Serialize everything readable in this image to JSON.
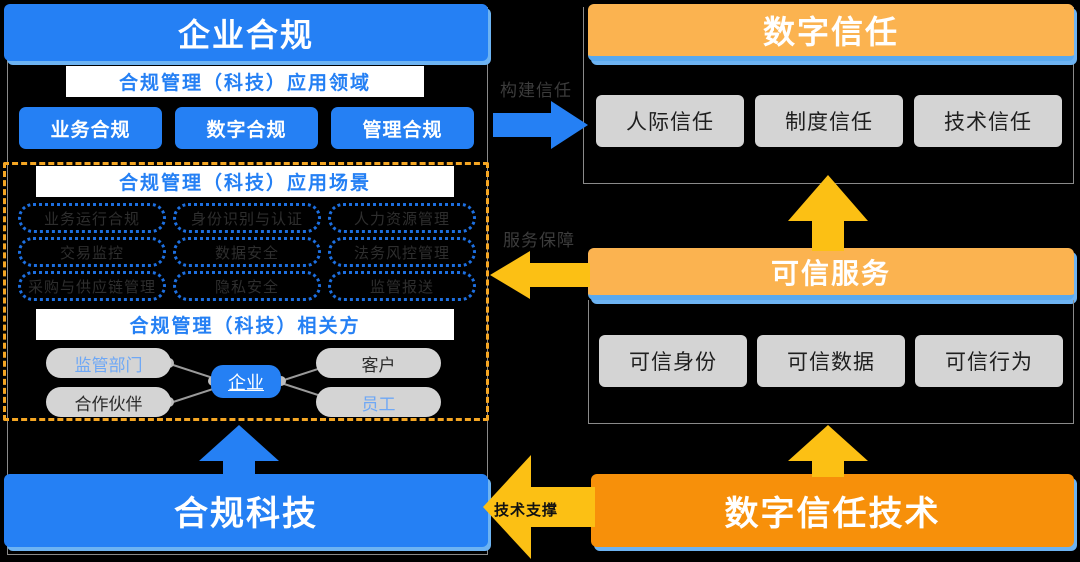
{
  "diagram": {
    "title_left": "企业合规",
    "title_right": "数字信任",
    "background": "#000000",
    "accent_blue": "#2580f4",
    "accent_orange_light": "#fbb350",
    "accent_orange_dark": "#f7900a",
    "accent_yellow": "#fcc014",
    "boundary_color": "#f5a623"
  },
  "left": {
    "header": "企业合规",
    "domain_band": "合规管理（科技）应用领域",
    "domains": [
      "业务合规",
      "数字合规",
      "管理合规"
    ],
    "scenario_band": "合规管理（科技）应用场景",
    "scenario_columns": [
      {
        "items": [
          "业务运行合规",
          "交易监控",
          "采购与供应链管理"
        ],
        "more": "· · · · · ·"
      },
      {
        "items": [
          "身份识别与认证",
          "数据安全",
          "隐私安全"
        ],
        "more": "· · · · · ·"
      },
      {
        "items": [
          "人力资源管理",
          "法务风控管理",
          "监管报送"
        ],
        "more": "· · · · · ·"
      }
    ],
    "stakeholder_band": "合规管理（科技）相关方",
    "stakeholders": {
      "center": "企业",
      "top_left": "监管部门",
      "bottom_left": "合作伙伴",
      "top_right": "客户",
      "bottom_right": "员工"
    },
    "footer": "合规科技"
  },
  "right": {
    "header": "数字信任",
    "trust_types": [
      "人际信任",
      "制度信任",
      "技术信任"
    ],
    "service_header": "可信服务",
    "services": [
      "可信身份",
      "可信数据",
      "可信行为"
    ],
    "footer": "数字信任技术"
  },
  "connectors": {
    "build_trust": "构建信任",
    "service_guarantee": "服务保障",
    "tech_support": "技术支撑"
  }
}
